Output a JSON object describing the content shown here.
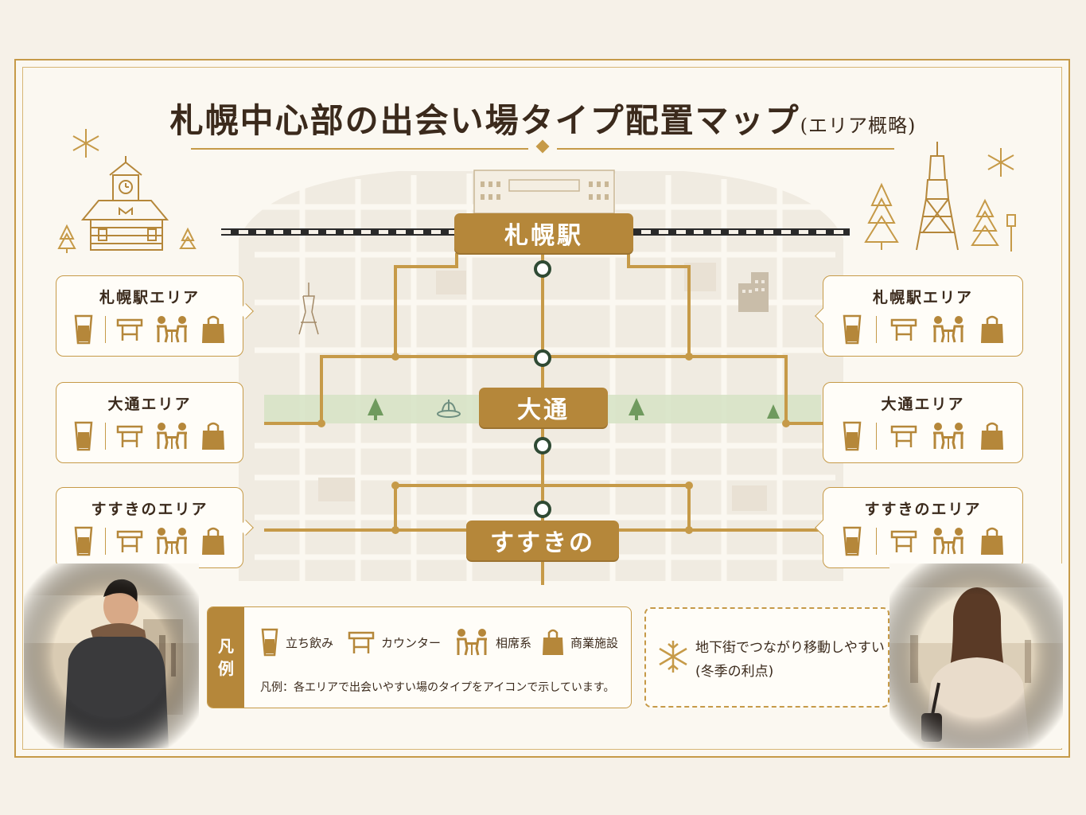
{
  "title": {
    "main": "札幌中心部の出会い場タイプ配置マップ",
    "sub": "(エリア概略)"
  },
  "stations": {
    "sapporo": "札幌駅",
    "odori": "大通",
    "susukino": "すすきの"
  },
  "areas_left": [
    {
      "label": "札幌駅エリア"
    },
    {
      "label": "大通エリア"
    },
    {
      "label": "すすきのエリア"
    }
  ],
  "areas_right": [
    {
      "label": "札幌駅エリア"
    },
    {
      "label": "大通エリア"
    },
    {
      "label": "すすきのエリア"
    }
  ],
  "area_icons": [
    "standing-bar-icon",
    "counter-icon",
    "shared-table-icon",
    "shopping-bag-icon"
  ],
  "legend": {
    "heading": "凡例",
    "items": [
      {
        "icon": "standing-bar-icon",
        "label": "立ち飲み"
      },
      {
        "icon": "counter-icon",
        "label": "カウンター"
      },
      {
        "icon": "shared-table-icon",
        "label": "相席系"
      },
      {
        "icon": "shopping-bag-icon",
        "label": "商業施設"
      }
    ],
    "note": "凡例：各エリアで出会いやすい場のタイプをアイコンで示しています。"
  },
  "tip": {
    "icon": "snowflake-icon",
    "line1": "地下街でつながり移動しやすい",
    "line2": "(冬季の利点)"
  },
  "colors": {
    "gold": "#b5873a",
    "gold_line": "#c69a48",
    "station_dot": "#2f4a34",
    "park": "#d7e3c6",
    "cream": "#fbf8f1"
  }
}
